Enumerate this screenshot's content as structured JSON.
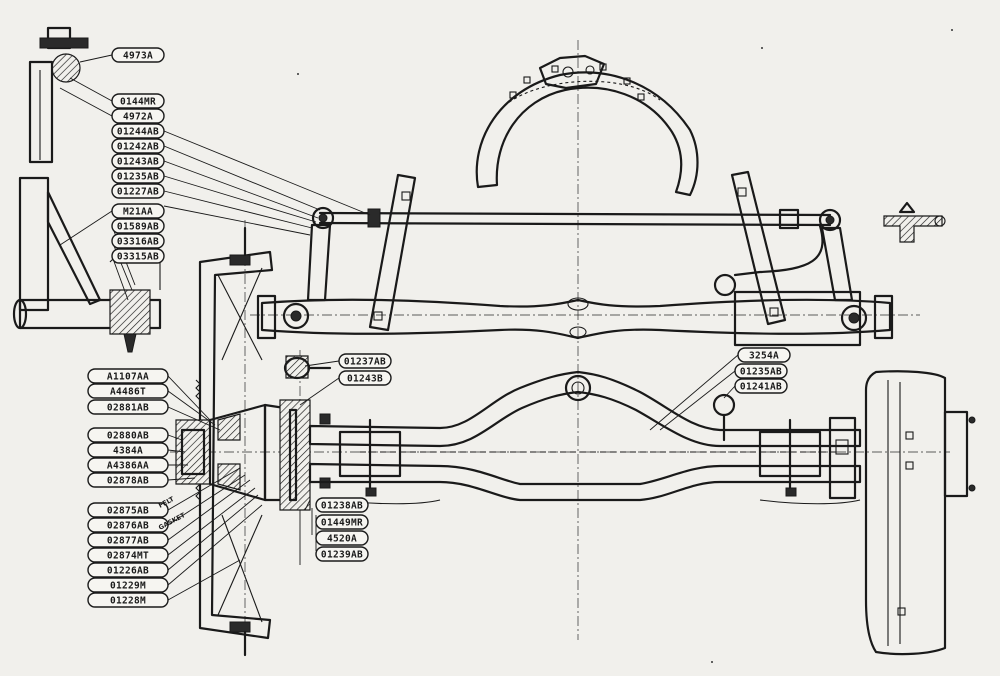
{
  "labels": {
    "l4973a": "4973A",
    "l0144mr": "0144MR",
    "l4972a": "4972A",
    "l01244ab": "01244AB",
    "l01242ab": "01242AB",
    "l01243ab": "01243AB",
    "l01235ab": "01235AB",
    "l01227ab": "01227AB",
    "lm21aa": "M21AA",
    "l01589ab": "01589AB",
    "l03316ab": "03316AB",
    "l03315ab": "03315AB",
    "l01237ab": "01237AB",
    "l01243b": "01243B",
    "l3254a": "3254A",
    "l01235ab_r": "01235AB",
    "l01241ab": "01241AB",
    "la1107aa": "A1107AA",
    "la4486t": "A4486T",
    "l02881ab": "02881AB",
    "l02880ab": "02880AB",
    "l4384a": "4384A",
    "la4386aa": "A4386AA",
    "l02878ab": "02878AB",
    "l02875ab": "02875AB",
    "l02876ab": "02876AB",
    "l02877ab": "02877AB",
    "l02874mt": "02874MT",
    "l01226ab": "01226AB",
    "l01229m": "01229M",
    "l01228m": "01228M",
    "l01238ab": "01238AB",
    "l01449mr": "01449MR",
    "l4520a": "4520A",
    "l01239ab": "01239AB"
  },
  "notes": {
    "felt": "FELT",
    "gasket": "GASKET"
  }
}
